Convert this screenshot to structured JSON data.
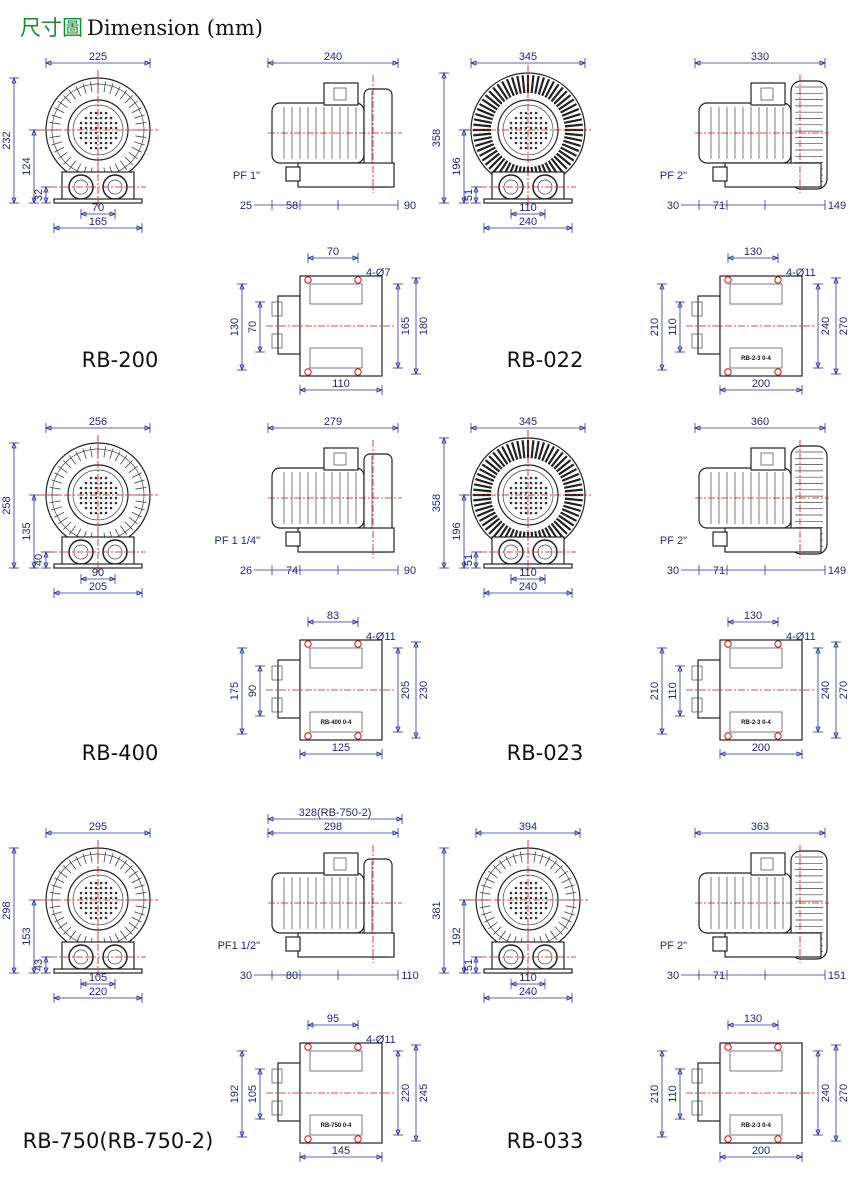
{
  "header": {
    "title_zh": "尺寸圖",
    "title_en": "Dimension (mm)"
  },
  "models": [
    {
      "id": "rb200",
      "name": "RB-200",
      "front": {
        "width": "225",
        "height": "232",
        "center_h": "124",
        "base_h": "32",
        "port_spacing": "70",
        "base_width": "165"
      },
      "side": {
        "length": "240",
        "pf": "PF 1\"",
        "a": "25",
        "b": "58",
        "c": "90"
      },
      "base": {
        "hole_spacing": "70",
        "holes": "4-Ø7",
        "h1": "130",
        "h2": "70",
        "w1": "165",
        "w2": "180",
        "depth": "110",
        "plate": ""
      }
    },
    {
      "id": "rb022",
      "name": "RB-022",
      "front": {
        "width": "345",
        "height": "358",
        "center_h": "196",
        "base_h": "51",
        "port_spacing": "110",
        "base_width": "240"
      },
      "side": {
        "length": "330",
        "pf": "PF 2\"",
        "a": "30",
        "b": "71",
        "c": "149"
      },
      "base": {
        "hole_spacing": "130",
        "holes": "4-Ø11",
        "h1": "210",
        "h2": "110",
        "w1": "240",
        "w2": "270",
        "depth": "200",
        "plate": "RB-2-3 0-4"
      }
    },
    {
      "id": "rb400",
      "name": "RB-400",
      "front": {
        "width": "256",
        "height": "258",
        "center_h": "135",
        "base_h": "40",
        "port_spacing": "90",
        "base_width": "205"
      },
      "side": {
        "length": "279",
        "pf": "PF 1 1/4\"",
        "a": "26",
        "b": "74",
        "c": "90"
      },
      "base": {
        "hole_spacing": "83",
        "holes": "4-Ø11",
        "h1": "175",
        "h2": "90",
        "w1": "205",
        "w2": "230",
        "depth": "125",
        "plate": "RB-400 0-4"
      }
    },
    {
      "id": "rb023",
      "name": "RB-023",
      "front": {
        "width": "345",
        "height": "358",
        "center_h": "196",
        "base_h": "51",
        "port_spacing": "110",
        "base_width": "240"
      },
      "side": {
        "length": "360",
        "pf": "PF 2\"",
        "a": "30",
        "b": "71",
        "c": "149"
      },
      "base": {
        "hole_spacing": "130",
        "holes": "4-Ø11",
        "h1": "210",
        "h2": "110",
        "w1": "240",
        "w2": "270",
        "depth": "200",
        "plate": "RB-2-3 0-4"
      }
    },
    {
      "id": "rb750",
      "name": "RB-750(RB-750-2)",
      "front": {
        "width": "295",
        "height": "298",
        "center_h": "153",
        "base_h": "43",
        "port_spacing": "105",
        "base_width": "220"
      },
      "side": {
        "length_alt": "328(RB-750-2)",
        "length": "298",
        "pf": "PF1 1/2\"",
        "a": "30",
        "b": "80",
        "c": "110"
      },
      "base": {
        "hole_spacing": "95",
        "holes": "4-Ø11",
        "h1": "192",
        "h2": "105",
        "w1": "220",
        "w2": "245",
        "depth": "145",
        "plate": "RB-750 0-4"
      }
    },
    {
      "id": "rb033",
      "name": "RB-033",
      "front": {
        "width": "394",
        "height": "381",
        "center_h": "192",
        "base_h": "51",
        "port_spacing": "110",
        "base_width": "240"
      },
      "side": {
        "length": "363",
        "pf": "PF 2\"",
        "a": "30",
        "b": "71",
        "c": "151"
      },
      "base": {
        "hole_spacing": "130",
        "holes": "",
        "h1": "210",
        "h2": "110",
        "w1": "240",
        "w2": "270",
        "depth": "200",
        "plate": "RB-2-3 0-4"
      }
    }
  ],
  "colors": {
    "dimension": "#2a3590",
    "centerline": "#d01010",
    "title_zh": "#1a8a2e"
  }
}
